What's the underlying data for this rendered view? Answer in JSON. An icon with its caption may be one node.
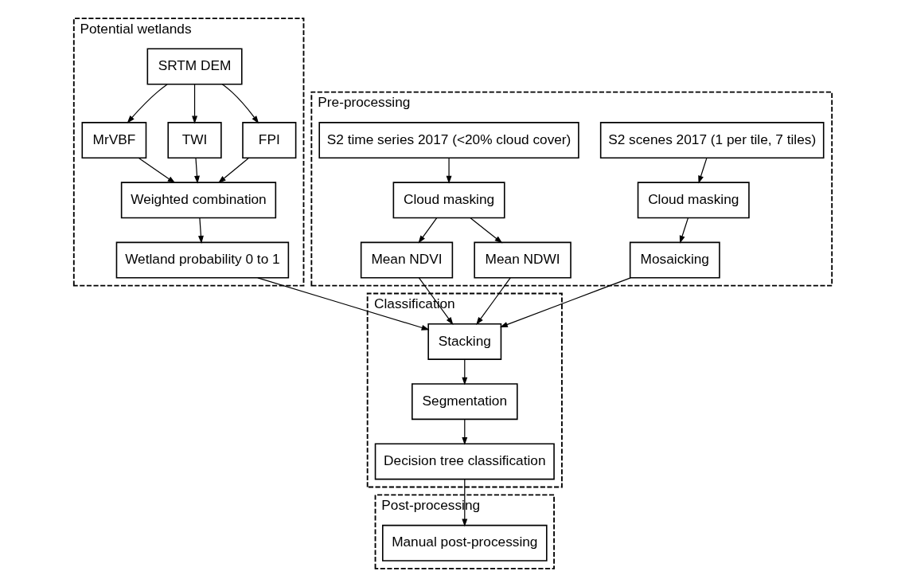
{
  "diagram": {
    "nodes": [
      {
        "text": [
          "Potential wetlands"
        ]
      },
      {
        "text": [
          "SRTM DEM"
        ],
        "in": 0
      },
      {
        "text": [
          "MrVBF"
        ],
        "in": 0
      },
      {
        "text": [
          "TWI"
        ],
        "in": 0
      },
      {
        "text": [
          "FPI"
        ],
        "in": 0
      },
      {
        "text": [
          "Weighted combination"
        ],
        "in": 0
      },
      {
        "text": [
          "Wetland probability 0 to 1"
        ],
        "in": 0
      },
      {
        "text": [
          "Pre-processing"
        ]
      },
      {
        "text": [
          "S2 scenes 2017 (1 per tile, 7 tiles)"
        ],
        "in": 7
      },
      {
        "text": [
          "S2 time series 2017 (<20% cloud cover)"
        ],
        "in": 7
      },
      {
        "text": [
          "Cloud masking"
        ],
        "in": 7
      },
      {
        "text": [
          "Cloud masking"
        ],
        "in": 7
      },
      {
        "text": [
          "Mosaicking"
        ],
        "in": 7
      },
      {
        "text": [
          "Mean NDVI"
        ],
        "in": 7
      },
      {
        "text": [
          "Mean NDWI"
        ],
        "in": 7
      },
      {
        "text": [
          "Classification"
        ]
      },
      {
        "text": [
          "Stacking"
        ],
        "in": 15
      },
      {
        "text": [
          "Segmentation"
        ],
        "in": 15
      },
      {
        "text": [
          "Decision tree classification"
        ],
        "in": 15
      },
      {
        "text": [
          "Post-processing"
        ]
      },
      {
        "text": [
          "Manual post-processing"
        ],
        "in": 19
      }
    ],
    "edges": [
      {
        "from": 1,
        "to": 2,
        "arrow": "to"
      },
      {
        "from": 1,
        "to": 3,
        "arrow": "to"
      },
      {
        "from": 1,
        "to": 4,
        "arrow": "to"
      },
      {
        "from": 2,
        "to": 5,
        "arrow": "to"
      },
      {
        "from": 3,
        "to": 5,
        "arrow": "to"
      },
      {
        "from": 4,
        "to": 5,
        "arrow": "to"
      },
      {
        "from": 5,
        "to": 6,
        "arrow": "to"
      },
      {
        "from": 8,
        "to": 10,
        "arrow": "to"
      },
      {
        "from": 10,
        "to": 12,
        "arrow": "to"
      },
      {
        "from": 9,
        "to": 11,
        "arrow": "to"
      },
      {
        "from": 11,
        "to": 13,
        "arrow": "to"
      },
      {
        "from": 11,
        "to": 14,
        "arrow": "to"
      },
      {
        "from": 6,
        "to": 16,
        "arrow": "to"
      },
      {
        "from": 12,
        "to": 16,
        "arrow": "to"
      },
      {
        "from": 13,
        "to": 16,
        "arrow": "to"
      },
      {
        "from": 14,
        "to": 16,
        "arrow": "to"
      },
      {
        "from": 16,
        "to": 17,
        "arrow": "to"
      },
      {
        "from": 17,
        "to": 18,
        "arrow": "to"
      },
      {
        "from": 18,
        "to": 20,
        "arrow": "to"
      }
    ]
  }
}
